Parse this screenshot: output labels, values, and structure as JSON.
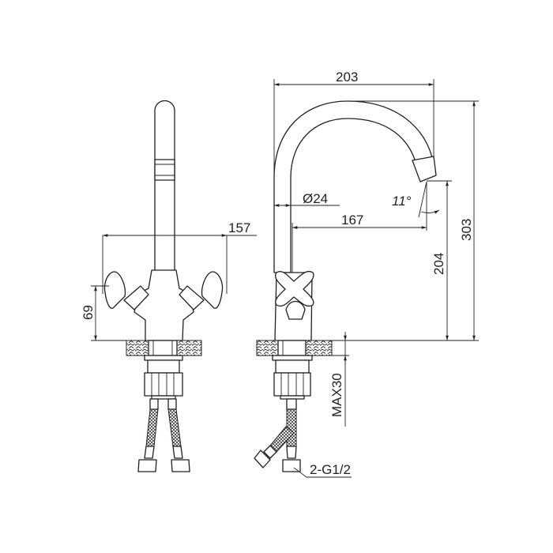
{
  "drawing": {
    "front_view": {
      "width_label": "157",
      "handle_height_label": "69"
    },
    "side_view": {
      "reach_label": "203",
      "diameter_label": "Ø24",
      "spout_angle_label": "11°",
      "spout_reach_label": "167",
      "total_height_label": "303",
      "spout_height_label": "204",
      "counter_thickness_label": "MAX30",
      "connection_label": "2-G1/2"
    }
  }
}
